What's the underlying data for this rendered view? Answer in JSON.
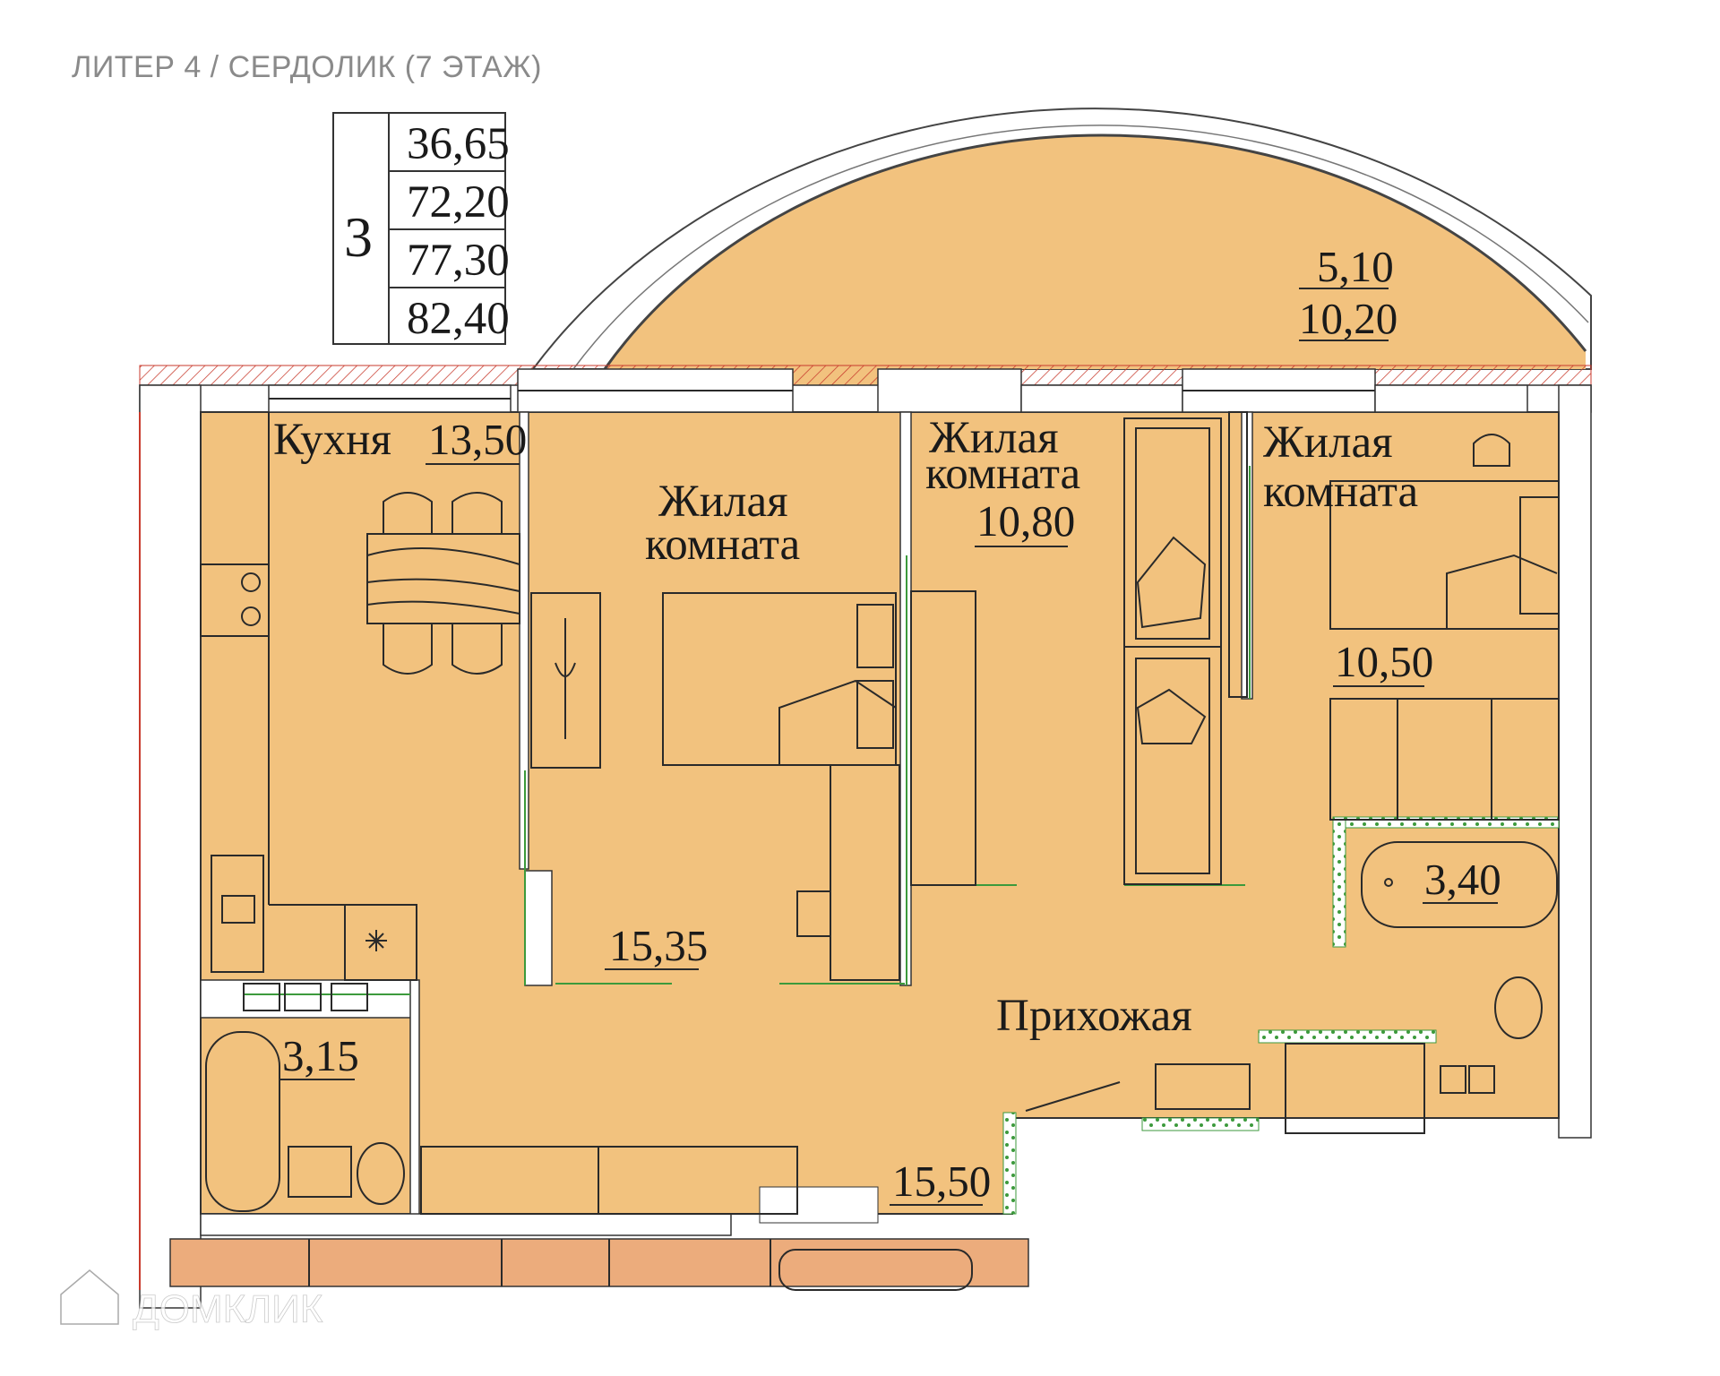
{
  "caption": "ЛИТЕР 4 / СЕРДОЛИК (7 ЭТАЖ)",
  "summary": {
    "rooms_count": "3",
    "areas": [
      "36,65",
      "72,20",
      "77,30",
      "82,40"
    ]
  },
  "balcony": {
    "area1": "5,10",
    "area2": "10,20"
  },
  "rooms": {
    "kitchen": {
      "name": "Кухня",
      "area": "13,50"
    },
    "living1": {
      "name_line1": "Жилая",
      "name_line2": "комната",
      "area": "15,35"
    },
    "living2": {
      "name_line1": "Жилая",
      "name_line2": "комната",
      "area": "10,80"
    },
    "living3": {
      "name_line1": "Жилая",
      "name_line2": "комната",
      "area": "10,50"
    },
    "bath1": {
      "area": "3,15"
    },
    "bath2": {
      "area": "3,40"
    },
    "hall": {
      "name": "Прихожая",
      "area": "15,50"
    }
  },
  "watermark": {
    "text": "ДОМКЛИК",
    "icon": "house-logo-icon"
  },
  "colors": {
    "floor": "#f2c27e",
    "lower_floor": "#ecac7c",
    "wall": "#ffffff",
    "accent_green": "#3c9a3c",
    "accent_red": "#c83a2c"
  }
}
